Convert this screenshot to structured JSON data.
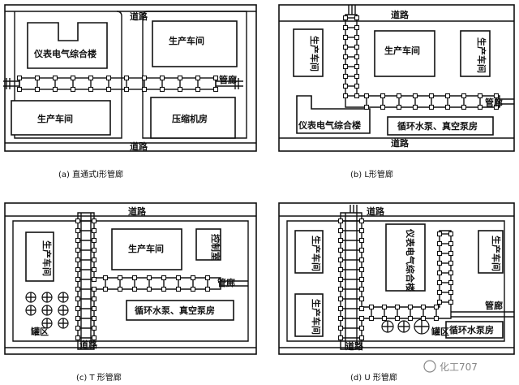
{
  "panels": {
    "a": {
      "caption": "(a) 直通式I形管廊",
      "road_top": "道路",
      "road_bottom": "道路",
      "building_instrument": "仪表电气综合楼",
      "building_production_top": "生产车间",
      "building_production_bottom": "生产车间",
      "building_compressor": "压缩机房",
      "rack_label": "管廊"
    },
    "b": {
      "caption": "(b) L形管廊",
      "road_top": "道路",
      "road_bottom": "道路",
      "building_workshop_left": "生产车间",
      "building_production_center": "生产车间",
      "building_workshop_right": "生产车间",
      "building_instrument": "仪表电气综合楼",
      "building_pump": "循环水泵、真空泵房",
      "rack_label": "管廊"
    },
    "c": {
      "caption": "(c) T 形管廊",
      "road_top": "道路",
      "road_bottom": "道路",
      "building_workshop_left": "生产车间",
      "building_production_center": "生产车间",
      "building_control": "控制室",
      "building_pump": "循环水泵、真空泵房",
      "tank_area": "罐区",
      "rack_label": "管廊"
    },
    "d": {
      "caption": "(d) U 形管廊",
      "road_top": "道路",
      "road_bottom": "道路",
      "building_workshop_left_top": "生产车间",
      "building_workshop_left_bottom": "生产车间",
      "building_instrument": "仪表电气综合楼",
      "building_workshop_right": "生产车间",
      "building_pump": "循环水泵房",
      "tank_area": "罐区",
      "rack_label": "管廊"
    }
  },
  "watermark": "化工707"
}
